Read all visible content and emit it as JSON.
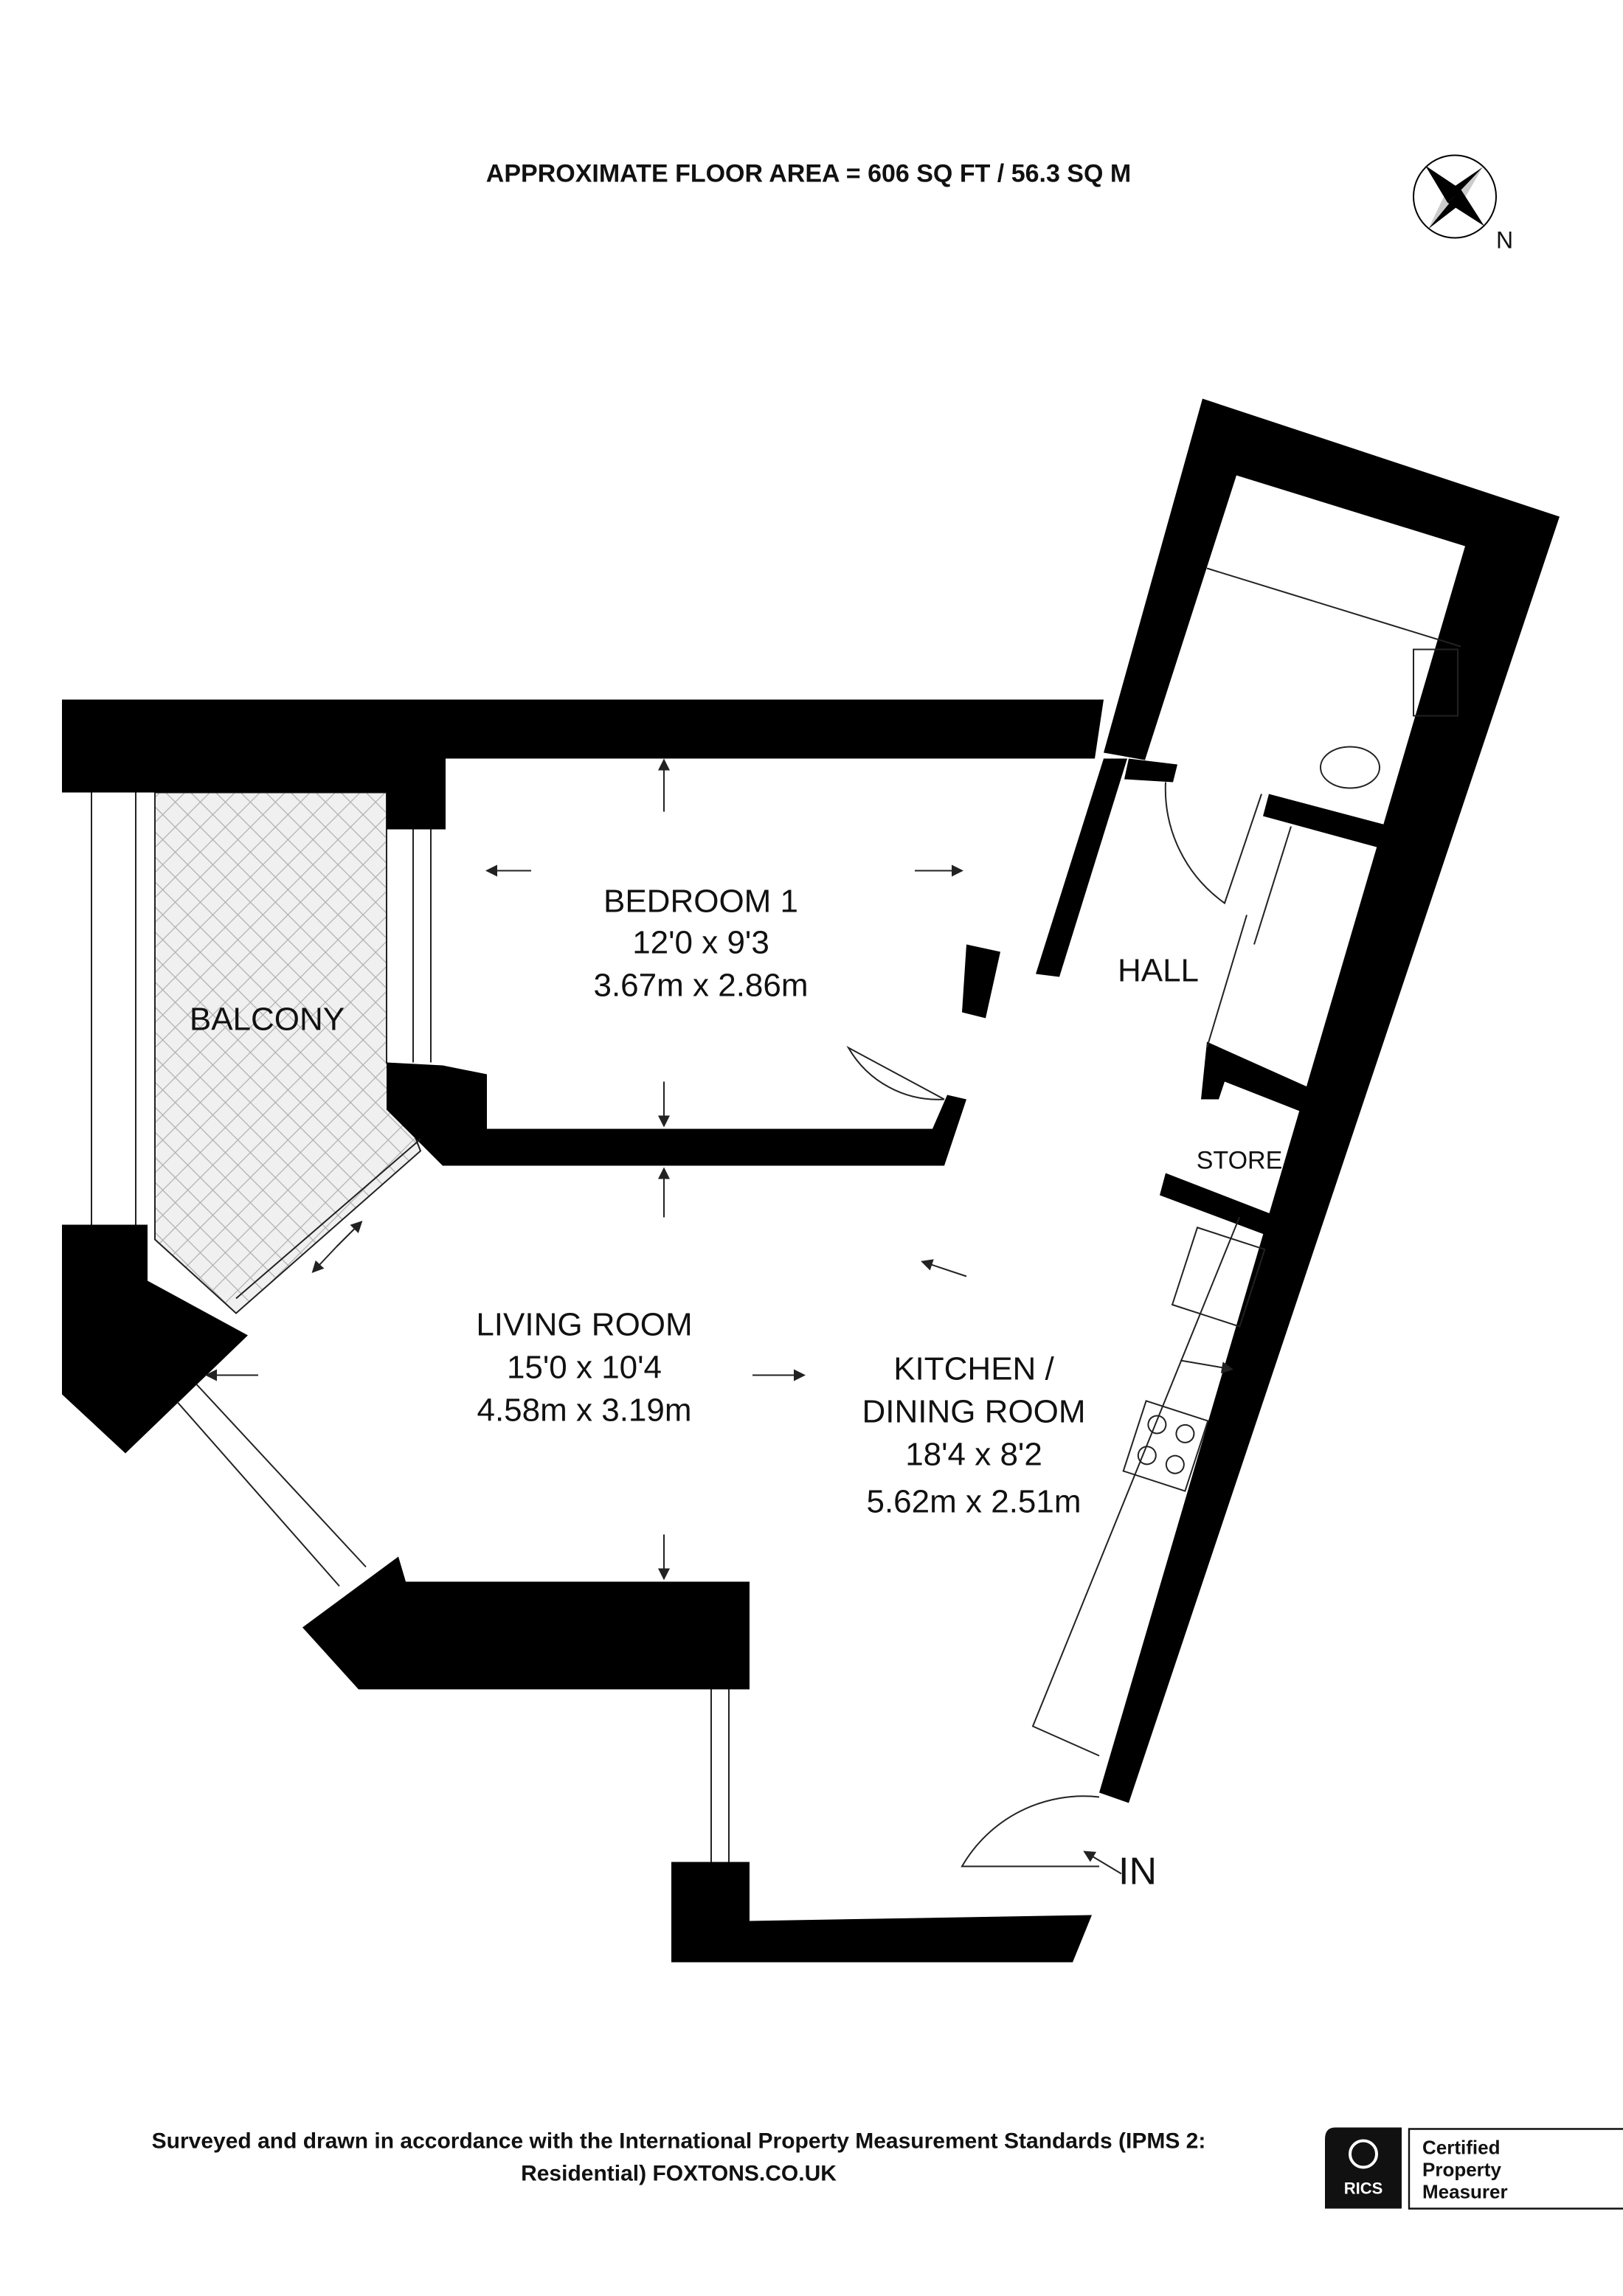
{
  "header": {
    "floor_area": "APPROXIMATE FLOOR AREA = 606 SQ FT / 56.3 SQ M"
  },
  "compass": {
    "label": "N",
    "icon": "compass-rose-icon"
  },
  "rooms": {
    "bedroom": {
      "name": "BEDROOM 1",
      "imperial": "12'0 x 9'3",
      "metric": "3.67m x 2.86m"
    },
    "balcony": {
      "name": "BALCONY"
    },
    "hall": {
      "name": "HALL"
    },
    "store": {
      "name": "STORE"
    },
    "living": {
      "name": "LIVING ROOM",
      "imperial": "15'0 x 10'4",
      "metric": "4.58m x 3.19m"
    },
    "kitchen": {
      "name_line1": "KITCHEN /",
      "name_line2": "DINING ROOM",
      "imperial": "18'4 x 8'2",
      "metric": "5.62m x 2.51m"
    },
    "entrance": {
      "label": "IN"
    }
  },
  "footer": {
    "line1": "Surveyed and drawn in accordance with the International Property Measurement Standards (IPMS 2:",
    "line2": "Residential) FOXTONS.CO.UK",
    "badge": {
      "org": "RICS",
      "line1": "Certified",
      "line2": "Property",
      "line3": "Measurer"
    }
  },
  "colors": {
    "walls": "#000000",
    "balcony_hatch": "#b0b0b0"
  }
}
